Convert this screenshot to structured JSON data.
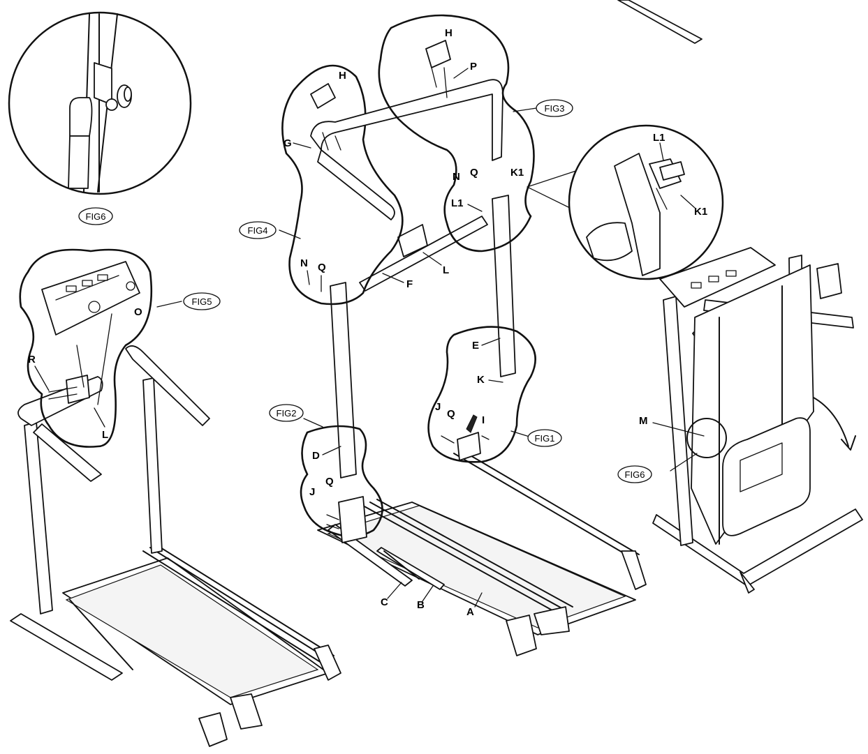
{
  "labels": {
    "A": "A",
    "B": "B",
    "C": "C",
    "D": "D",
    "E": "E",
    "F": "F",
    "G": "G",
    "H": "H",
    "I": "I",
    "J": "J",
    "K": "K",
    "K1": "K1",
    "L": "L",
    "L1": "L1",
    "M": "M",
    "N": "N",
    "O": "O",
    "P": "P",
    "Q": "Q",
    "R": "R"
  },
  "figures": {
    "fig1": "FIG1",
    "fig2": "FIG2",
    "fig3": "FIG3",
    "fig4": "FIG4",
    "fig5": "FIG5",
    "fig6": "FIG6"
  }
}
